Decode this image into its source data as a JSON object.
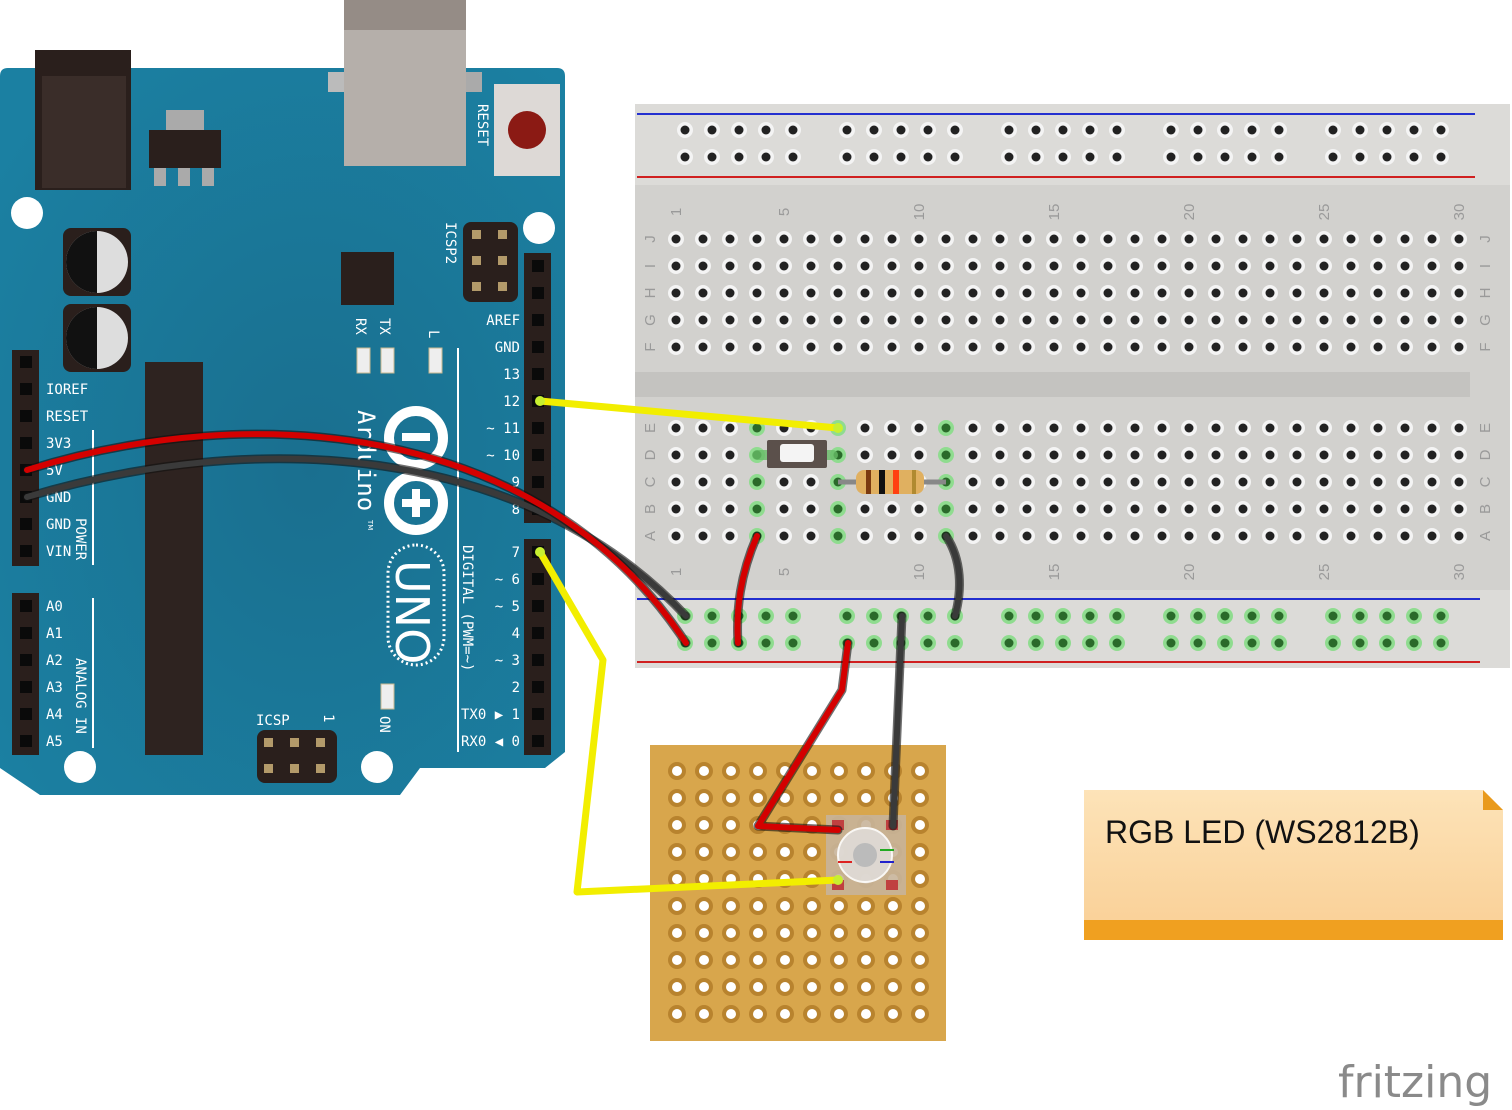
{
  "arduino": {
    "model_text": "UNO",
    "brand_text": "Arduino",
    "tm": "TM",
    "reset_label": "RESET",
    "icsp2_label": "ICSP2",
    "icsp_label": "ICSP",
    "icsp_pin1": "1",
    "on_label": "ON",
    "rx_label": "RX",
    "tx_label": "TX",
    "l_label": "L",
    "digital_label": "DIGITAL (PWM=~)",
    "power_label": "POWER",
    "analog_label": "ANALOG IN",
    "power_pins": [
      "",
      "IOREF",
      "RESET",
      "3V3",
      "5V",
      "GND",
      "GND",
      "VIN"
    ],
    "analog_pins": [
      "A0",
      "A1",
      "A2",
      "A3",
      "A4",
      "A5"
    ],
    "digital_high_pins": [
      "",
      "",
      "AREF",
      "GND",
      "13",
      "12",
      "~ 11",
      "~ 10",
      "~ 9",
      "8"
    ],
    "digital_low_pins": [
      "7",
      "~ 6",
      "~ 5",
      "4",
      "~ 3",
      "2",
      "TX0 ▶ 1",
      "RX0 ◀ 0"
    ],
    "board_color": "#1b7899"
  },
  "breadboard": {
    "column_labels": [
      "1",
      "5",
      "10",
      "15",
      "20",
      "25",
      "30"
    ],
    "row_labels_top": [
      "J",
      "I",
      "H",
      "G",
      "F"
    ],
    "row_labels_bottom": [
      "E",
      "D",
      "C",
      "B",
      "A"
    ]
  },
  "wires": {
    "colors": {
      "red": "#d40000",
      "black": "#3a3a3a",
      "yellow": "#f2ee00"
    }
  },
  "note": {
    "text": "RGB LED (WS2812B)",
    "color": "#fcd9a6",
    "stripe_color": "#f0a020"
  },
  "logo": {
    "text": "fritzing"
  }
}
